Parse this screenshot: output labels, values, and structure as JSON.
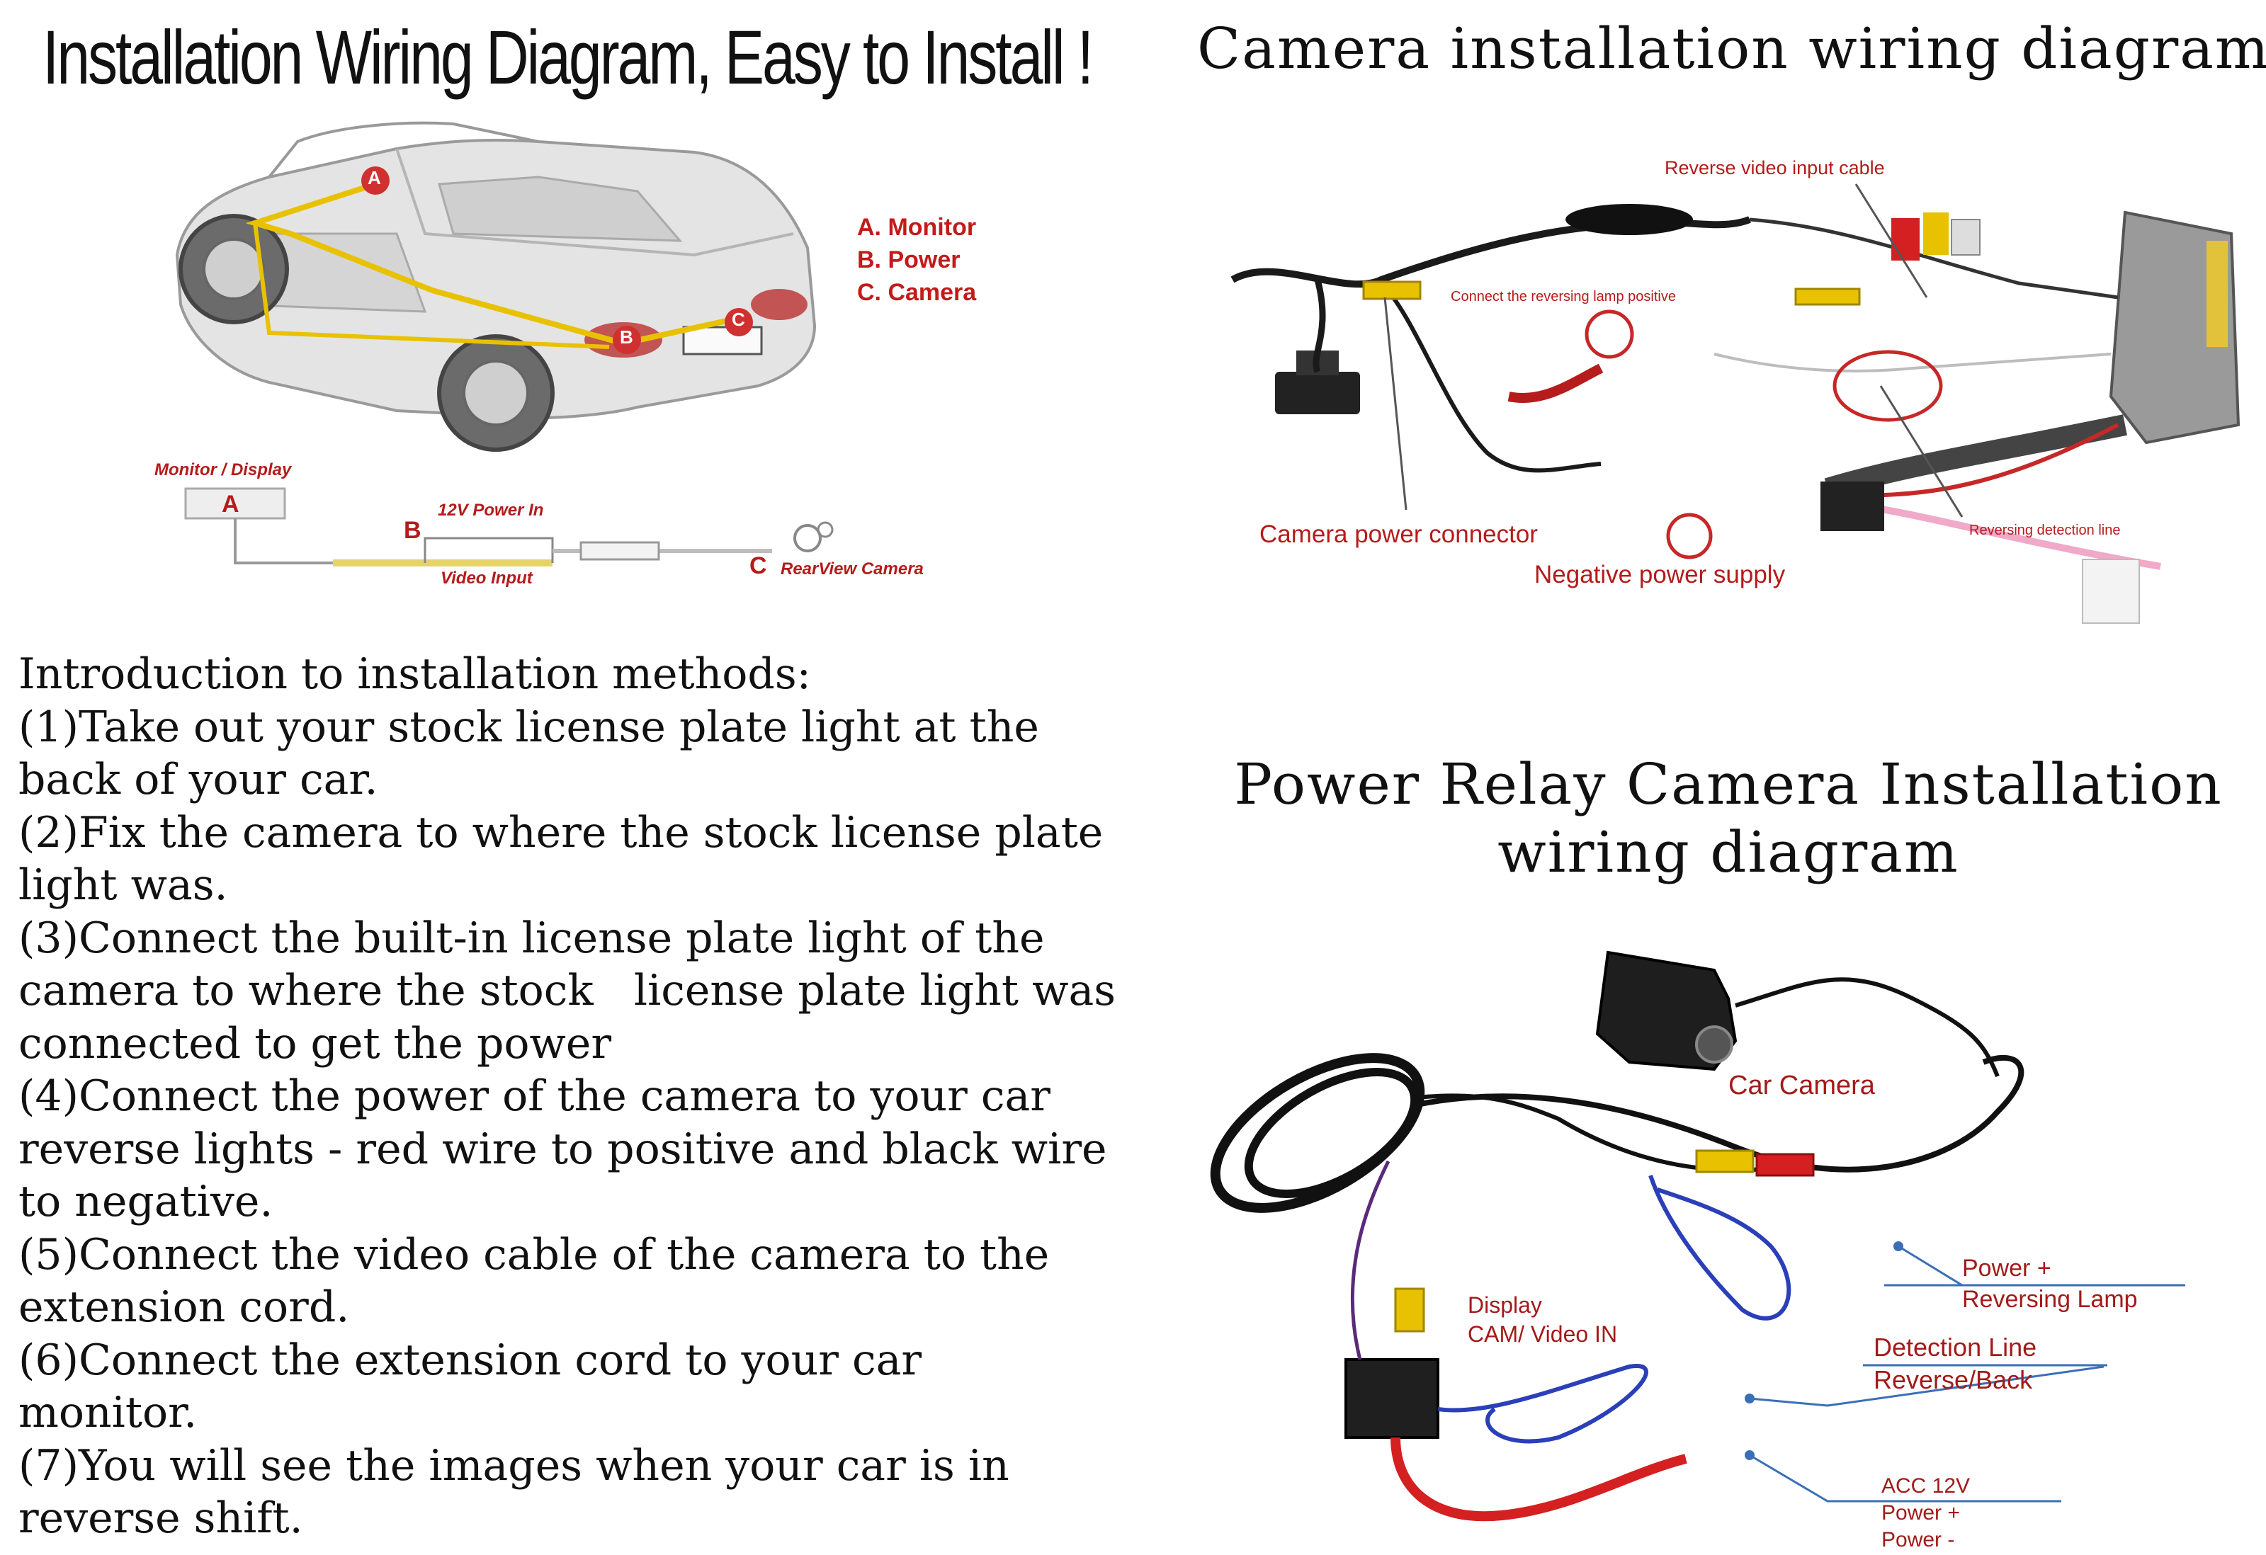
{
  "titles": {
    "left": "Installation Wiring Diagram, Easy to Install !",
    "camera_diagram": "Camera installation wiring diagram",
    "relay_diagram_line1": "Power Relay Camera Installation",
    "relay_diagram_line2": "wiring diagram"
  },
  "car_legend": {
    "a": "A. Monitor",
    "b": "B. Power",
    "c": "C. Camera",
    "marker_a": "A",
    "marker_b": "B",
    "marker_c": "C"
  },
  "schematic": {
    "monitor_label": "Monitor / Display",
    "marker_a": "A",
    "marker_b": "B",
    "power_label": "12V Power In",
    "video_label": "Video Input",
    "camera_marker": "C",
    "camera_label": "RearView Camera"
  },
  "camera_diagram": {
    "reverse_video": "Reverse video input cable",
    "reversing_lamp": "Connect the reversing lamp positive",
    "camera_power": "Camera power connector",
    "negative_power": "Negative power supply",
    "detection_line": "Reversing detection line"
  },
  "relay_diagram": {
    "car_camera": "Car Camera",
    "power_plus": "Power +",
    "reversing_lamp": "Reversing Lamp",
    "display": "Display",
    "cam_video_in": "CAM/ Video IN",
    "detection_line": "Detection Line",
    "reverse_back": "Reverse/Back",
    "acc": "ACC 12V",
    "acc_power_plus": "Power +",
    "acc_power_minus": "Power -"
  },
  "instructions": {
    "heading": "Introduction to installation methods:",
    "lines": [
      "(1)Take out your stock license plate light at the",
      "back of your car.",
      "(2)Fix the camera to where the stock license plate",
      "light was.",
      "(3)Connect the built-in license plate light of the",
      "camera to where the stock   license plate light was",
      "connected to get the power",
      "(4)Connect the power of the camera to your car",
      "reverse lights - red wire to positive and black wire",
      "to negative.",
      "(5)Connect the video cable of the camera to the",
      "extension cord.",
      "(6)Connect the extension cord to your car",
      "monitor.",
      "(7)You will see the images when your car is in",
      "reverse shift."
    ]
  },
  "colors": {
    "label_red": "#c41a1a",
    "wire_yellow": "#e8c200",
    "wire_red": "#d42020",
    "wire_blue": "#2a3fb8",
    "wire_black": "#1a1a1a",
    "pointer_blue": "#3a6fb8"
  }
}
